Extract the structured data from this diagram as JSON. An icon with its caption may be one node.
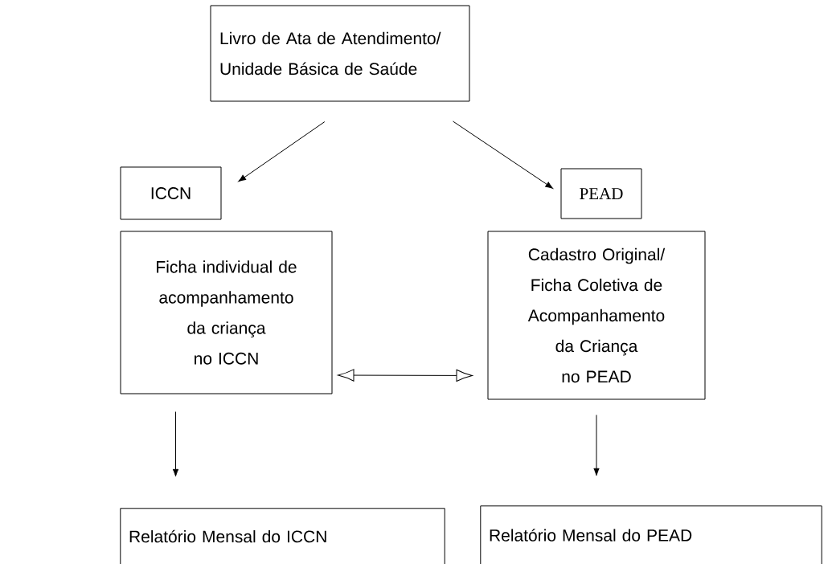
{
  "diagram": {
    "nodes": [
      {
        "text": [
          "Livro de Ata de Atendimento/ Unidade Básica de Saúde"
        ]
      },
      {
        "text": [
          "ICCN"
        ]
      },
      {
        "text": [
          "PEAD"
        ]
      },
      {
        "text": [
          "Ficha individual de acompanhamento da criança no ICCN"
        ]
      },
      {
        "text": [
          "Cadastro Original/ Ficha Coletiva de Acompanhamento da Criança no PEAD"
        ]
      },
      {
        "text": [
          "Relatório Mensal do ICCN"
        ]
      },
      {
        "text": [
          "Relatório Mensal do PEAD"
        ]
      }
    ],
    "edges": [
      {
        "from": 0,
        "to": 1,
        "arrow": "to"
      },
      {
        "from": 0,
        "to": 2,
        "arrow": "to"
      },
      {
        "from": 3,
        "to": 4,
        "arrow": "both"
      },
      {
        "from": 3,
        "to": 5,
        "arrow": "to"
      },
      {
        "from": 4,
        "to": 6,
        "arrow": "to"
      }
    ]
  }
}
